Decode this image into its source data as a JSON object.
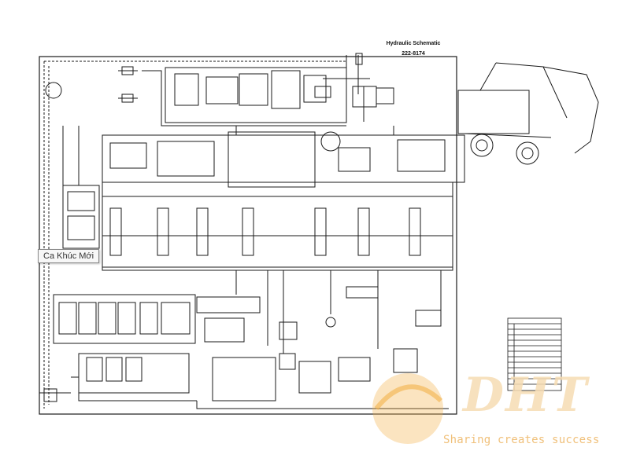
{
  "diagram": {
    "title": "Hydraulic Schematic",
    "part_number": "222-8174"
  },
  "tooltip": {
    "text": "Ca Khúc Mới"
  },
  "watermark": {
    "logo_text": "DHT",
    "slogan": "Sharing creates success"
  },
  "colors": {
    "line": "#1a1a1a",
    "logo_orange": "#f4b24a",
    "slogan": "#f0c07a",
    "tooltip_bg": "#f7f7f7"
  }
}
